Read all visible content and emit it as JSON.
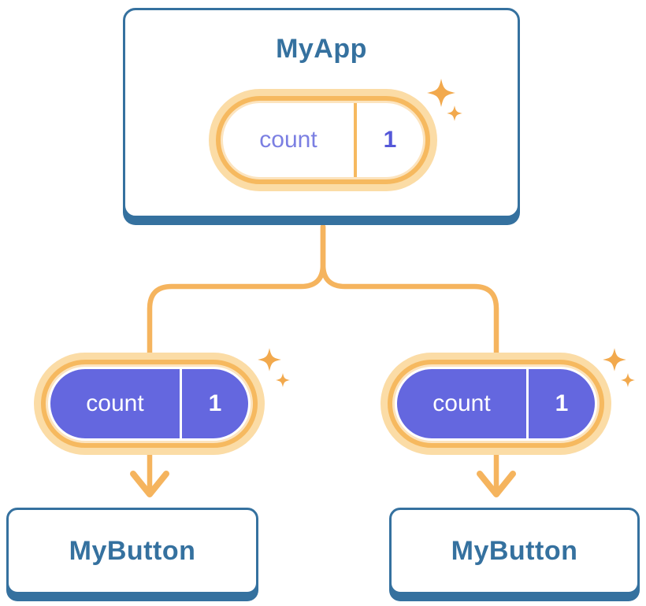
{
  "colors": {
    "card_blue": "#35719F",
    "connector_orange": "#F5B45E",
    "ring_orange": "#F6B95F",
    "ring_cream_outer": "#FBDCA6",
    "ring_cream_inner": "#FCE4BF",
    "pill_purple": "#6467DF",
    "state_label_purple": "#7B7FE2",
    "state_value_purple": "#5558D8",
    "sparkle_orange": "#F2A94D",
    "text_white": "#FFFFFF",
    "page_bg": "#FFFFFF"
  },
  "root_card": {
    "title": "MyApp",
    "pill": {
      "label": "count",
      "value": "1"
    }
  },
  "child_pills": [
    {
      "label": "count",
      "value": "1"
    },
    {
      "label": "count",
      "value": "1"
    }
  ],
  "child_cards": [
    {
      "title": "MyButton"
    },
    {
      "title": "MyButton"
    }
  ],
  "icons": {
    "sparkle": "four-point-star",
    "arrow": "downward-chevron-arrow"
  }
}
